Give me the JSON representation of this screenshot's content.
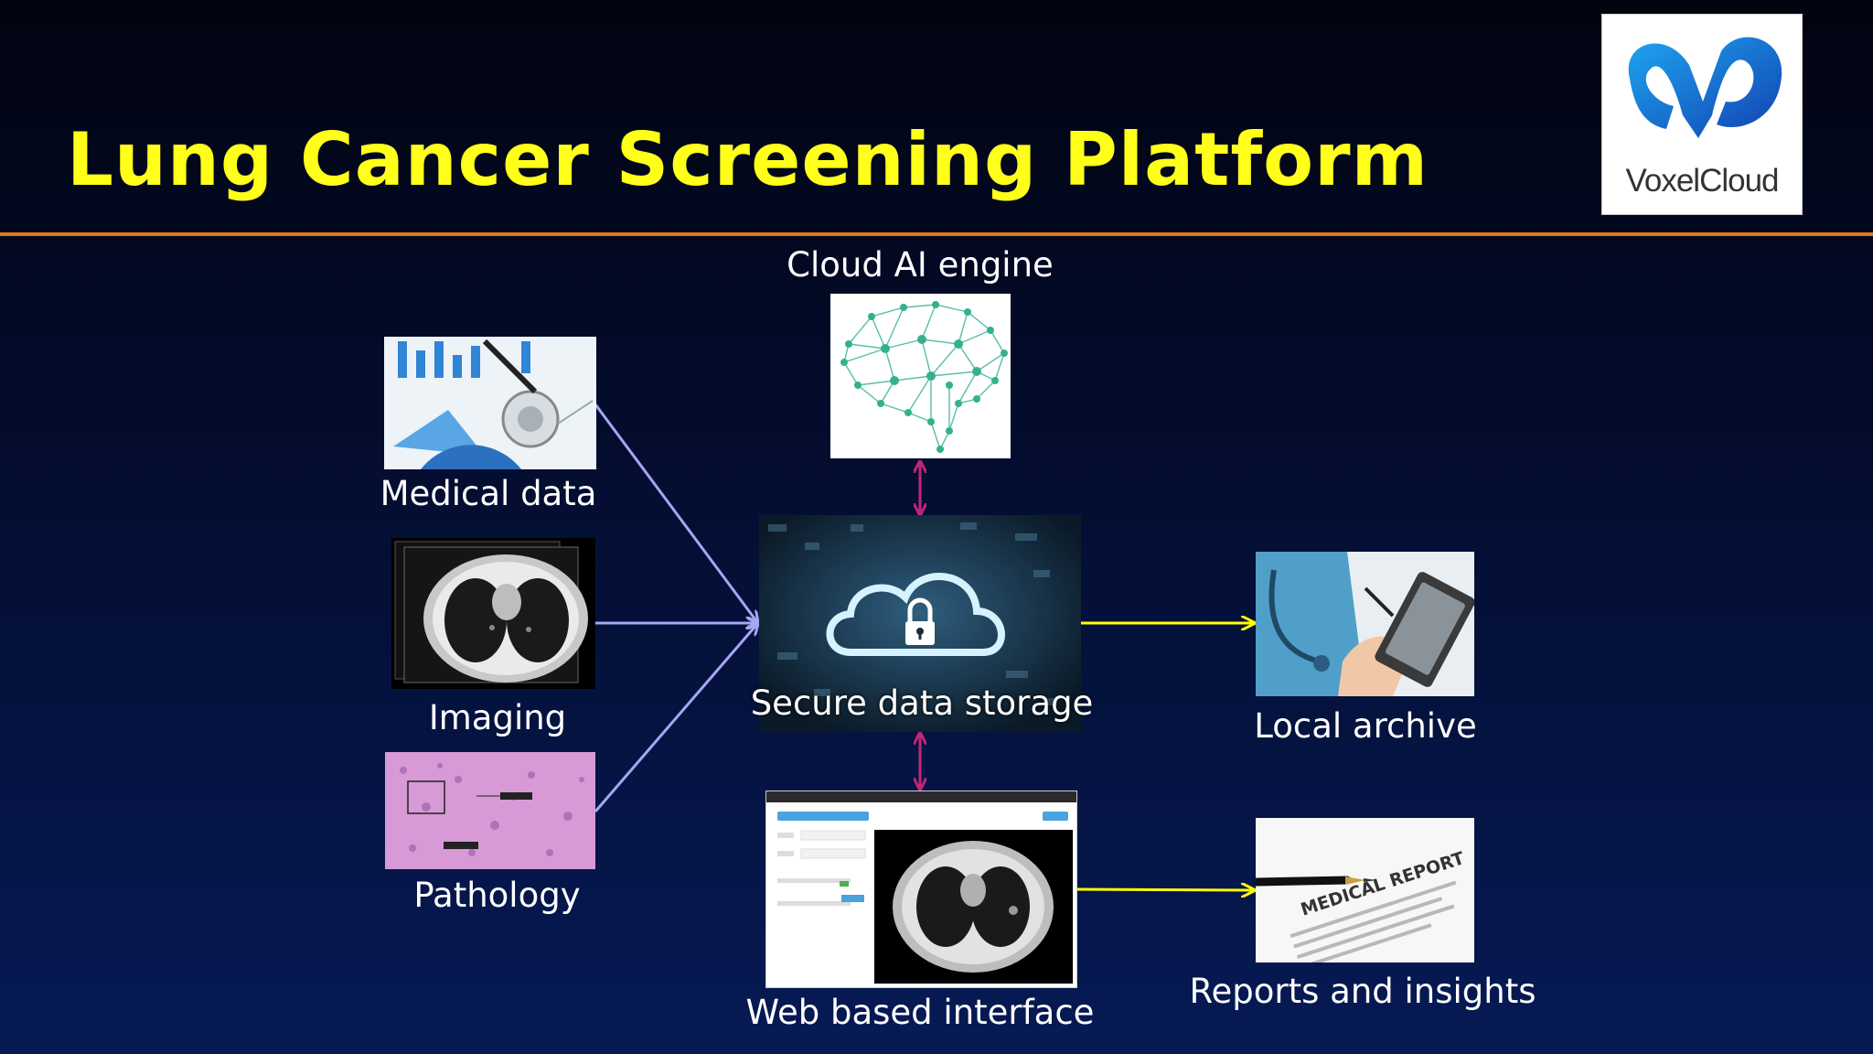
{
  "slide": {
    "title": "Lung Cancer Screening Platform",
    "logo_text": "VoxelCloud"
  },
  "nodes": {
    "cloud_ai": {
      "label": "Cloud AI engine"
    },
    "medical_data": {
      "label": "Medical data"
    },
    "imaging": {
      "label": "Imaging"
    },
    "pathology": {
      "label": "Pathology"
    },
    "secure_storage": {
      "label": "Secure data storage"
    },
    "local_archive": {
      "label": "Local archive"
    },
    "web_interface": {
      "label": "Web based interface"
    },
    "reports": {
      "label": "Reports and insights",
      "image_text": "MEDICAL REPORT"
    }
  },
  "colors": {
    "title": "#ffff1a",
    "rule": "#e07a18",
    "input_arrows": "#a6a6f2",
    "bidirectional_arrows": "#c2267a",
    "output_arrows": "#ffff00"
  },
  "icons": [
    "stethoscope-icon",
    "lock-icon",
    "cloud-icon",
    "brain-network-icon",
    "ct-scan-icon",
    "tablet-icon",
    "pen-icon"
  ]
}
